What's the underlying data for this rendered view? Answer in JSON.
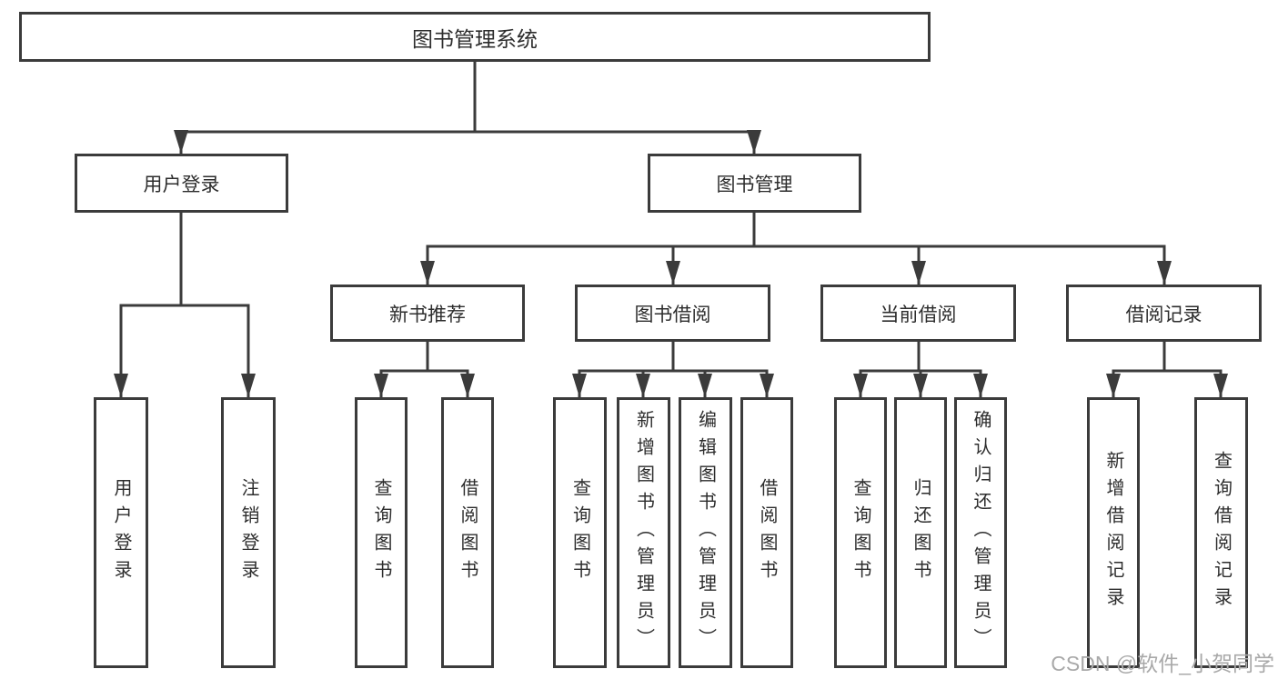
{
  "colors": {
    "line": "#3b3b3b",
    "text": "#2d2d2d",
    "box_background": "#ffffff",
    "page_background": "#ffffff",
    "watermark": "#a9a9a9"
  },
  "diagram": {
    "root": {
      "label": "图书管理系统"
    },
    "branches": [
      {
        "label": "用户登录",
        "children": [
          {
            "label": "用户登录"
          },
          {
            "label": "注销登录"
          }
        ]
      },
      {
        "label": "图书管理",
        "children": [
          {
            "label": "新书推荐",
            "children": [
              {
                "label": "查询图书"
              },
              {
                "label": "借阅图书"
              }
            ]
          },
          {
            "label": "图书借阅",
            "children": [
              {
                "label": "查询图书"
              },
              {
                "label": "新增图书（管理员）"
              },
              {
                "label": "编辑图书（管理员）"
              },
              {
                "label": "借阅图书"
              }
            ]
          },
          {
            "label": "当前借阅",
            "children": [
              {
                "label": "查询图书"
              },
              {
                "label": "归还图书"
              },
              {
                "label": "确认归还（管理员）"
              }
            ]
          },
          {
            "label": "借阅记录",
            "children": [
              {
                "label": "新增借阅记录"
              },
              {
                "label": "查询借阅记录"
              }
            ]
          }
        ]
      }
    ]
  },
  "watermark": {
    "text": "CSDN @软件_小贺同学"
  }
}
